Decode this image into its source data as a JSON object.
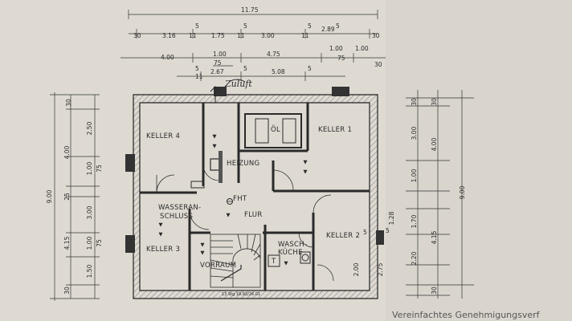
{
  "top_dims": {
    "row1": "11.75",
    "row2": [
      "30",
      "3.16",
      "5",
      "11",
      "1.75",
      "5",
      "11",
      "3.00",
      "5",
      "11",
      "2.89",
      "5",
      "30"
    ],
    "row3": [
      "4.00",
      "1.00",
      "75",
      "4.75",
      "1.00",
      "75",
      "1.00",
      "30"
    ],
    "row4": [
      "5",
      "11",
      "2.67",
      "5",
      "5.08",
      "5"
    ]
  },
  "left_dims": [
    "30",
    "2.50",
    "4.00",
    "1.00",
    "75",
    "9.00",
    "25",
    "3.00",
    "4.15",
    "1.00",
    "75",
    "1.50",
    "30"
  ],
  "right_dims": [
    "30",
    "30",
    "3.00",
    "4.00",
    "1.00",
    "9.00",
    "1.70",
    "4.15",
    "2.20",
    "2.75",
    "30"
  ],
  "rooms": {
    "keller4": "KELLER 4",
    "oel": "ÖL",
    "keller1": "KELLER 1",
    "heizung": "HEIZUNG",
    "wasseranschluss_1": "WASSERAN-",
    "wasseranschluss_2": "SCHLUSS",
    "flur": "FLUR",
    "keller2": "KELLER 2",
    "keller3": "KELLER 3",
    "vorraum": "VORRAUM",
    "waschkueche_1": "WASCH-",
    "waschkueche_2": "KÜCHE",
    "fht": "FHT",
    "t": "T"
  },
  "annotations": {
    "zuluft": "Zuluft",
    "stairs": "13 Stg 18.92/26.01",
    "door_1": "1.28",
    "door_2": "5",
    "door_3": "2.00",
    "door_4": "5"
  },
  "footer": "Vereinfachtes Genehmigungsverf"
}
